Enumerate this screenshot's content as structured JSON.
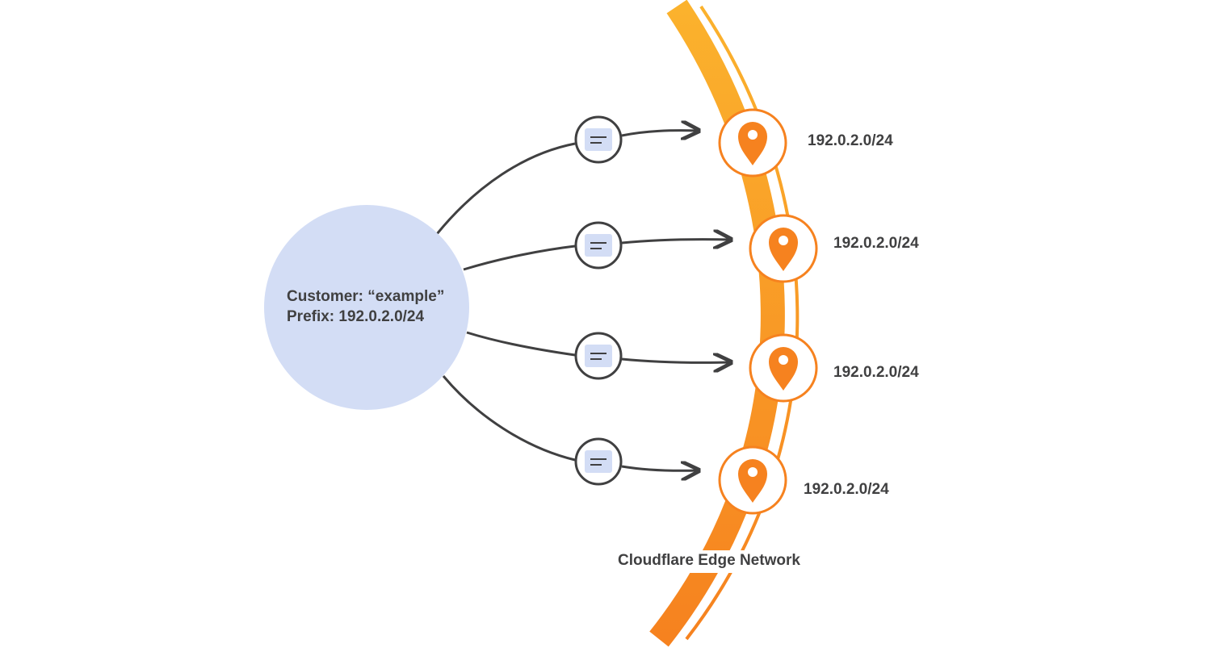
{
  "customer": {
    "name_line": "Customer: “example”",
    "prefix_line": "Prefix: 192.0.2.0/24",
    "fill_color": "#d3ddf5"
  },
  "edge_network": {
    "label": "Cloudflare Edge Network",
    "arc_color_top": "#fbb22d",
    "arc_color_bottom": "#f6821f"
  },
  "locations": [
    {
      "prefix": "192.0.2.0/24",
      "icon": "location-pin-icon"
    },
    {
      "prefix": "192.0.2.0/24",
      "icon": "location-pin-icon"
    },
    {
      "prefix": "192.0.2.0/24",
      "icon": "location-pin-icon"
    },
    {
      "prefix": "192.0.2.0/24",
      "icon": "location-pin-icon"
    }
  ],
  "message_icon": "message-icon",
  "colors": {
    "pin": "#f6821f",
    "line": "#404041",
    "message_fill": "#d3ddf5",
    "text": "#404041"
  }
}
